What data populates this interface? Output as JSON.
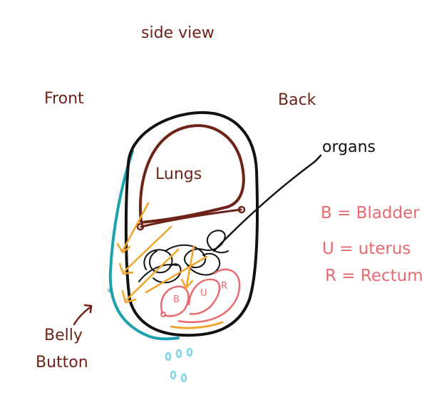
{
  "title": "side view",
  "front_label": "Front",
  "back_label": "Back",
  "lungs_label": "Lungs",
  "organs_label": "organs",
  "belly_label_line1": "Belly",
  "belly_label_line2": "Button",
  "legend": {
    "b": "B = Bladder",
    "u": "U = uterus",
    "r": "R = Rectum"
  },
  "organ_letters": {
    "b": "B",
    "u": "U",
    "r": "R"
  },
  "belly_marker": "*",
  "colors": {
    "body_outline": "#111111",
    "lungs": "#6e2318",
    "belly_line": "#1aa3ad",
    "arrows": "#f2a42a",
    "pelvic_organs": "#e86a6e",
    "drops": "#7fd4e8",
    "text_brown": "#6e2318"
  }
}
